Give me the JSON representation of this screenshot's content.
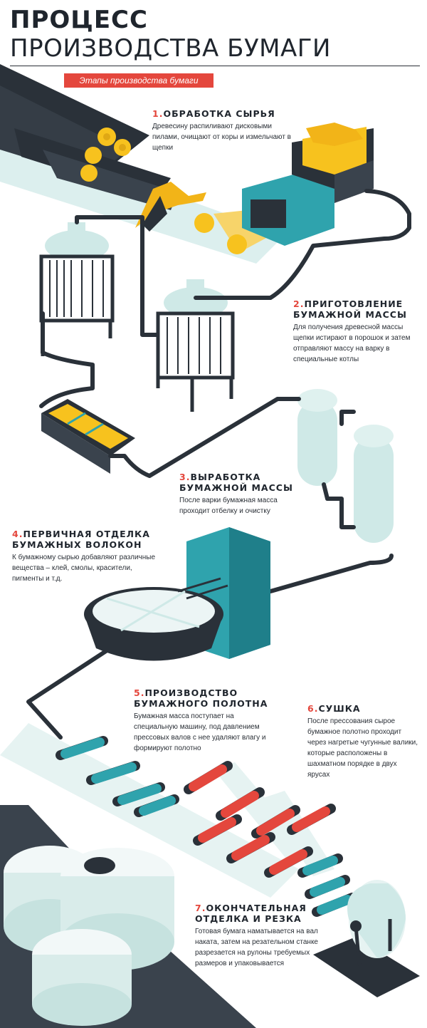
{
  "title": {
    "line1": "ПРОЦЕСС",
    "line2": "ПРОИЗВОДСТВА БУМАГИ"
  },
  "subtitle": "Этапы производства бумаги",
  "steps": [
    {
      "num": "1.",
      "title": "ОБРАБОТКА СЫРЬЯ",
      "text": "Древесину распиливают дисковыми пилами, очищают от коры и измельчают в щепки"
    },
    {
      "num": "2.",
      "title": "ПРИГОТОВЛЕНИЕ БУМАЖНОЙ МАССЫ",
      "text": "Для получения древесной массы щепки истирают в порошок и затем отправляют массу на варку в специальные котлы"
    },
    {
      "num": "3.",
      "title": "ВЫРАБОТКА БУМАЖНОЙ МАССЫ",
      "text": "После варки бумажная масса проходит отбелку и очистку"
    },
    {
      "num": "4.",
      "title": "ПЕРВИЧНАЯ ОТДЕЛКА БУМАЖНЫХ ВОЛОКОН",
      "text": "К бумажному сырью добавляют различные вещества – клей, смолы, красители, пигменты и т.д."
    },
    {
      "num": "5.",
      "title": "ПРОИЗВОДСТВО БУМАЖНОГО ПОЛОТНА",
      "text": "Бумажная масса поступает на специальную машину, под давлением прессовых валов с нее удаляют влагу и формируют полотно"
    },
    {
      "num": "6.",
      "title": "СУШКА",
      "text": "После прессования сырое бумажное полотно проходит через нагретые чугунные валики, которые расположены в шахматном порядке в двух ярусах"
    },
    {
      "num": "7.",
      "title": "ОКОНЧАТЕЛЬНАЯ ОТДЕЛКА И РЕЗКА",
      "text": "Готовая бумага наматывается на вал наката, затем на резательном станке разрезается на рулоны требуемых размеров и упаковывается"
    }
  ],
  "colors": {
    "accent": "#e4473d",
    "dark": "#2a3139",
    "teal": "#2fa3ad",
    "paleTeal": "#cfe9e7",
    "gold": "#f7c21e"
  }
}
